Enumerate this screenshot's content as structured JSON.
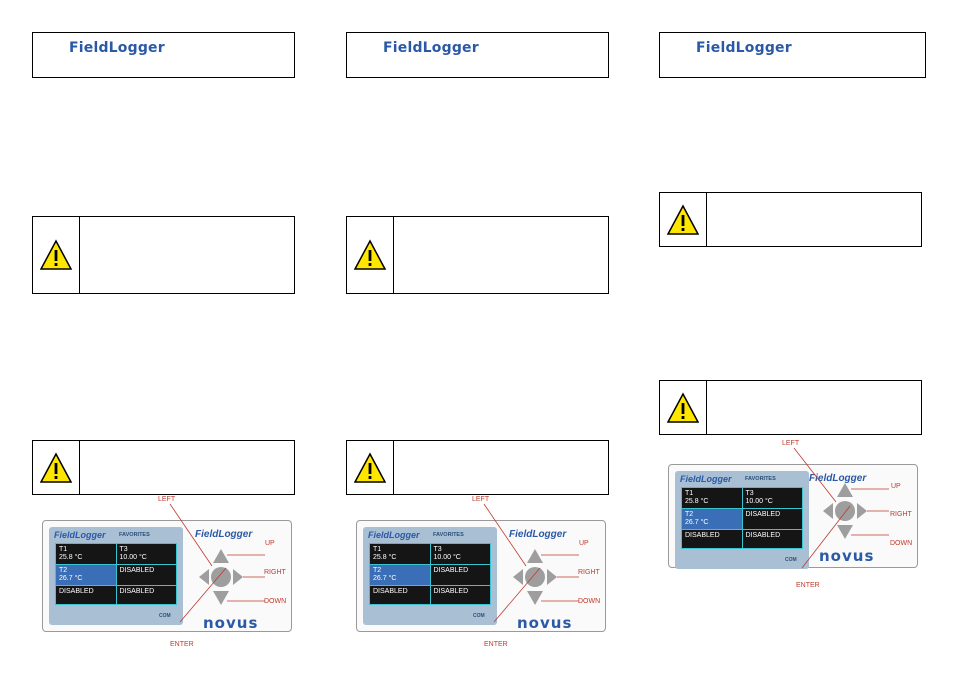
{
  "header": {
    "brand": "FieldLogger"
  },
  "device": {
    "screen_brand": "FieldLogger",
    "screen_title": "FAVORITES",
    "cells": [
      {
        "label": "T1",
        "value": "25.8 °C"
      },
      {
        "label": "T3",
        "value": "10.00 °C"
      },
      {
        "label": "T2",
        "value": "26.7 °C"
      },
      {
        "label": "DISABLED",
        "value": ""
      },
      {
        "label": "DISABLED",
        "value": ""
      },
      {
        "label": "DISABLED",
        "value": ""
      }
    ],
    "com": "COM",
    "side_brand": "FieldLogger",
    "novus": "novus",
    "labels": {
      "left": "LEFT",
      "up": "UP",
      "right": "RIGHT",
      "down": "DOWN",
      "enter": "ENTER"
    }
  },
  "colors": {
    "brand": "#2b59a6",
    "warning_fill": "#ffe600",
    "label_red": "#c0392b",
    "cell_selected": "#3a6fb7",
    "grid_line": "#3bc3cf"
  }
}
